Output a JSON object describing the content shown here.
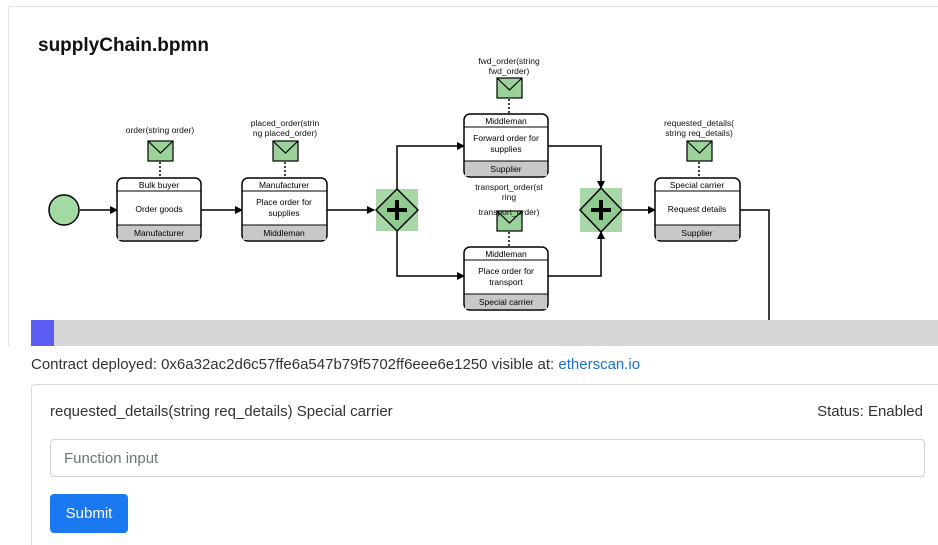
{
  "page": {
    "title": "supplyChain.bpmn"
  },
  "diagram": {
    "messages": {
      "order": [
        "order(string order)"
      ],
      "placed_order": [
        "placed_order(strin",
        "ng placed_order)"
      ],
      "fwd_order": [
        "fwd_order(string",
        "fwd_order)"
      ],
      "transport_order": [
        "transport_order(st",
        "ring",
        "transport_order)"
      ],
      "requested_details": [
        "requested_details(",
        "string req_details)"
      ]
    },
    "tasks": {
      "order_goods": {
        "top": "Bulk buyer",
        "name": [
          "Order goods"
        ],
        "bottom": "Manufacturer"
      },
      "place_order_supplies": {
        "top": "Manufacturer",
        "name": [
          "Place order for",
          "supplies"
        ],
        "bottom": "Middleman"
      },
      "forward_order": {
        "top": "Middleman",
        "name": [
          "Forward order for",
          "supplies"
        ],
        "bottom": "Supplier"
      },
      "place_order_transport": {
        "top": "Middleman",
        "name": [
          "Place order for",
          "transport"
        ],
        "bottom": "Special carrier"
      },
      "request_details": {
        "top": "Special carrier",
        "name": [
          "Request details"
        ],
        "bottom": "Supplier"
      }
    },
    "colors": {
      "task_fill": "#ffffff",
      "participant_band": "#c8c8c8",
      "message_fill": "#9ad29a",
      "gateway_fill": "#8fca8f",
      "gateway_bg": "#a8d8a8",
      "start_event_fill": "#a3d9a3",
      "stroke": "#000000"
    }
  },
  "progress": {
    "percent": 2.5,
    "color": "#5b5df2"
  },
  "deployment": {
    "prefix": "Contract deployed: ",
    "address": "0x6a32ac2d6c57ffe6a547b79f5702ff6eee6e1250",
    "middle": " visible at: ",
    "link_text": "etherscan.io"
  },
  "function_card": {
    "title": "requested_details(string req_details) Special carrier",
    "status": "Status: Enabled",
    "input_placeholder": "Function input",
    "input_value": "",
    "submit_label": "Submit"
  }
}
